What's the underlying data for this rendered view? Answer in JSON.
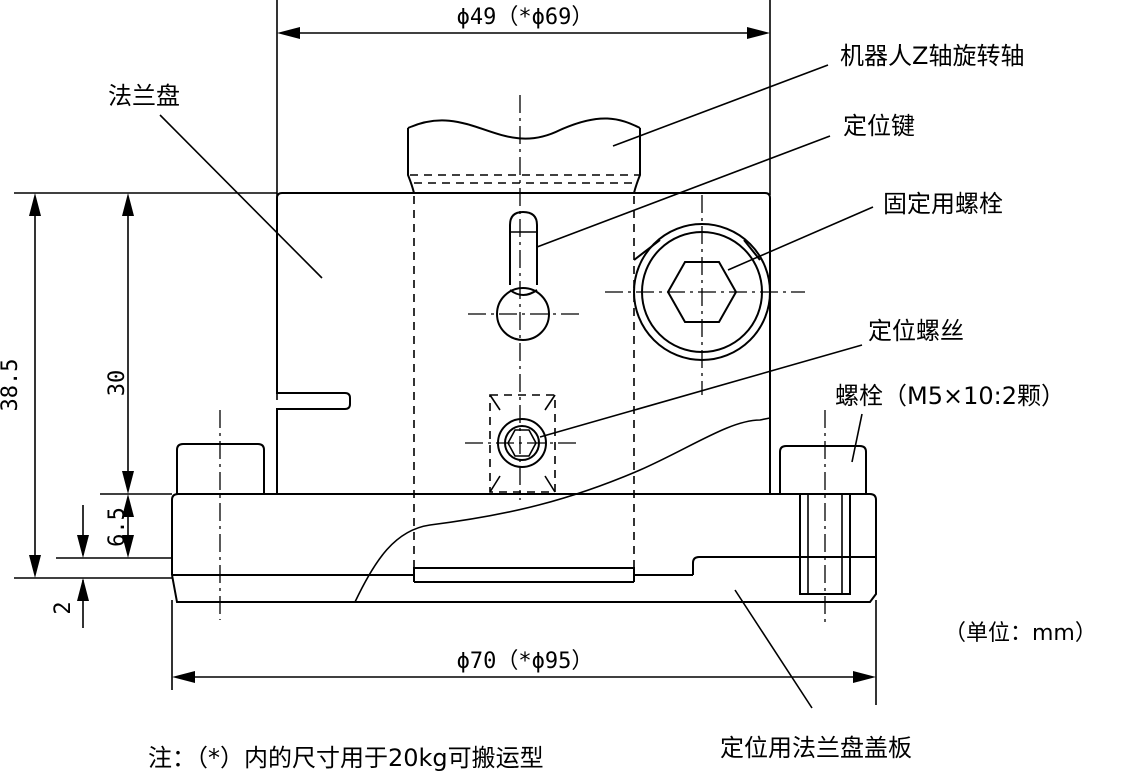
{
  "dimensions": {
    "top_diameter": "ϕ49（*ϕ69）",
    "bottom_diameter": "ϕ70（*ϕ95）",
    "height_total": "38.5",
    "height_flange": "30",
    "plate_thickness": "6.5",
    "gap": "2"
  },
  "labels": {
    "flange": "法兰盘",
    "robot_z_shaft": "机器人Z轴旋转轴",
    "positioning_key": "定位键",
    "fixing_bolt": "固定用螺栓",
    "positioning_screw": "定位螺丝",
    "bolt_spec": "螺栓（M5×10:2颗）",
    "unit": "（单位：mm）",
    "cover_plate": "定位用法兰盘盖板"
  },
  "note": "注：（*）内的尺寸用于20kg可搬运型"
}
